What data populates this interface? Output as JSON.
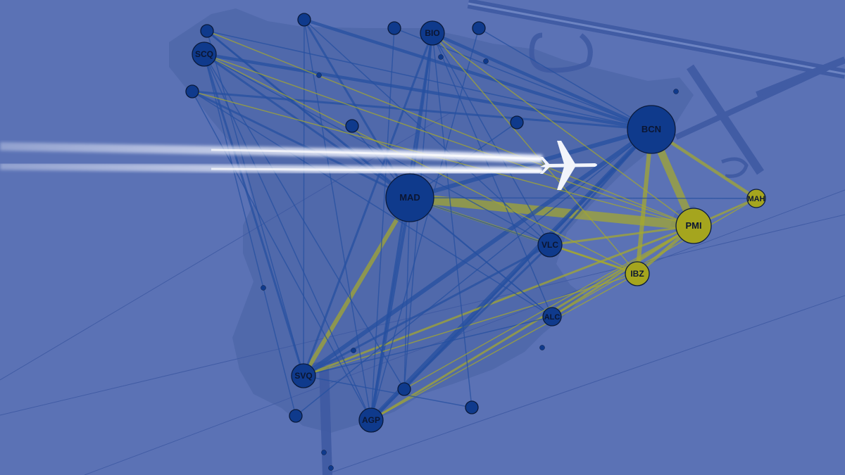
{
  "colors": {
    "background": "#5b72b5",
    "land": "#4f67a9",
    "node_blue": "#0f3a8c",
    "node_olive": "#a5a51e",
    "edge_blue": "#2550a0",
    "edge_olive": "#a6aa2a",
    "contrail": "#f4f6ff",
    "pylon": "#3f5aa3"
  },
  "network": {
    "nodes": [
      {
        "id": "MAD",
        "label": "MAD",
        "type": "blue",
        "size": "xl"
      },
      {
        "id": "BCN",
        "label": "BCN",
        "type": "blue",
        "size": "xl"
      },
      {
        "id": "PMI",
        "label": "PMI",
        "type": "olive",
        "size": "l"
      },
      {
        "id": "IBZ",
        "label": "IBZ",
        "type": "olive",
        "size": "m"
      },
      {
        "id": "MAH",
        "label": "MAH",
        "type": "olive",
        "size": "s"
      },
      {
        "id": "VLC",
        "label": "VLC",
        "type": "blue",
        "size": "m"
      },
      {
        "id": "ALC",
        "label": "ALC",
        "type": "blue",
        "size": "s"
      },
      {
        "id": "SVQ",
        "label": "SVQ",
        "type": "blue",
        "size": "m"
      },
      {
        "id": "AGP",
        "label": "AGP",
        "type": "blue",
        "size": "m"
      },
      {
        "id": "BIO",
        "label": "BIO",
        "type": "blue",
        "size": "m"
      },
      {
        "id": "SCQ",
        "label": "SCQ",
        "type": "blue",
        "size": "m"
      },
      {
        "id": "n_ovd",
        "label": "",
        "type": "blue",
        "size": "xs"
      },
      {
        "id": "n_top1",
        "label": "",
        "type": "blue",
        "size": "xs"
      },
      {
        "id": "n_san",
        "label": "",
        "type": "blue",
        "size": "xs"
      },
      {
        "id": "n_vit",
        "label": "",
        "type": "blue",
        "size": "xs"
      },
      {
        "id": "n_vgo",
        "label": "",
        "type": "blue",
        "size": "xs"
      },
      {
        "id": "n_grx",
        "label": "",
        "type": "blue",
        "size": "xs"
      },
      {
        "id": "n_jer",
        "label": "",
        "type": "blue",
        "size": "xs"
      },
      {
        "id": "n_lei",
        "label": "",
        "type": "blue",
        "size": "xs"
      },
      {
        "id": "n_mid",
        "label": "",
        "type": "blue",
        "size": "xs"
      },
      {
        "id": "n_reu",
        "label": "",
        "type": "blue",
        "size": "xs"
      },
      {
        "id": "d1",
        "label": "",
        "type": "blue",
        "size": "dot"
      },
      {
        "id": "d2",
        "label": "",
        "type": "blue",
        "size": "dot"
      },
      {
        "id": "d3",
        "label": "",
        "type": "blue",
        "size": "dot"
      },
      {
        "id": "d4",
        "label": "",
        "type": "blue",
        "size": "dot"
      },
      {
        "id": "d5",
        "label": "",
        "type": "blue",
        "size": "dot"
      },
      {
        "id": "d6",
        "label": "",
        "type": "blue",
        "size": "dot"
      },
      {
        "id": "d7",
        "label": "",
        "type": "blue",
        "size": "dot"
      },
      {
        "id": "d8",
        "label": "",
        "type": "blue",
        "size": "dot"
      },
      {
        "id": "d9",
        "label": "",
        "type": "blue",
        "size": "dot"
      }
    ],
    "edges": [
      {
        "from": "MAD",
        "to": "PMI",
        "kind": "olive",
        "weight": 6
      },
      {
        "from": "BCN",
        "to": "PMI",
        "kind": "olive",
        "weight": 5
      },
      {
        "from": "BCN",
        "to": "IBZ",
        "kind": "olive",
        "weight": 4
      },
      {
        "from": "MAD",
        "to": "SVQ",
        "kind": "olive",
        "weight": 4
      },
      {
        "from": "MAD",
        "to": "BCN",
        "kind": "blue",
        "weight": 4
      },
      {
        "from": "BCN",
        "to": "SVQ",
        "kind": "blue",
        "weight": 4
      },
      {
        "from": "BCN",
        "to": "AGP",
        "kind": "blue",
        "weight": 4
      },
      {
        "from": "MAD",
        "to": "AGP",
        "kind": "blue",
        "weight": 3
      },
      {
        "from": "BCN",
        "to": "SCQ",
        "kind": "blue",
        "weight": 3
      },
      {
        "from": "BCN",
        "to": "BIO",
        "kind": "blue",
        "weight": 3
      },
      {
        "from": "BCN",
        "to": "n_top1",
        "kind": "blue",
        "weight": 3
      },
      {
        "from": "BCN",
        "to": "VLC",
        "kind": "blue",
        "weight": 2
      },
      {
        "from": "BCN",
        "to": "MAH",
        "kind": "olive",
        "weight": 3
      },
      {
        "from": "PMI",
        "to": "IBZ",
        "kind": "olive",
        "weight": 3
      },
      {
        "from": "PMI",
        "to": "MAH",
        "kind": "olive",
        "weight": 2
      },
      {
        "from": "PMI",
        "to": "VLC",
        "kind": "olive",
        "weight": 2
      },
      {
        "from": "PMI",
        "to": "SVQ",
        "kind": "olive",
        "weight": 2
      },
      {
        "from": "PMI",
        "to": "AGP",
        "kind": "olive",
        "weight": 2
      },
      {
        "from": "PMI",
        "to": "ALC",
        "kind": "olive",
        "weight": 2
      },
      {
        "from": "IBZ",
        "to": "MAD",
        "kind": "olive",
        "weight": 2
      },
      {
        "from": "IBZ",
        "to": "SVQ",
        "kind": "olive",
        "weight": 1
      },
      {
        "from": "IBZ",
        "to": "AGP",
        "kind": "olive",
        "weight": 1
      },
      {
        "from": "MAD",
        "to": "SCQ",
        "kind": "blue",
        "weight": 2
      },
      {
        "from": "MAD",
        "to": "BIO",
        "kind": "blue",
        "weight": 2
      },
      {
        "from": "MAD",
        "to": "n_ovd",
        "kind": "blue",
        "weight": 2
      },
      {
        "from": "MAD",
        "to": "n_top1",
        "kind": "blue",
        "weight": 2
      },
      {
        "from": "MAD",
        "to": "n_vgo",
        "kind": "blue",
        "weight": 2
      },
      {
        "from": "MAD",
        "to": "VLC",
        "kind": "blue",
        "weight": 1
      },
      {
        "from": "MAD",
        "to": "ALC",
        "kind": "blue",
        "weight": 1
      },
      {
        "from": "MAD",
        "to": "n_grx",
        "kind": "blue",
        "weight": 1
      },
      {
        "from": "MAD",
        "to": "MAH",
        "kind": "blue",
        "weight": 1
      },
      {
        "from": "SVQ",
        "to": "SCQ",
        "kind": "blue",
        "weight": 2
      },
      {
        "from": "SVQ",
        "to": "BIO",
        "kind": "blue",
        "weight": 2
      },
      {
        "from": "SVQ",
        "to": "VLC",
        "kind": "blue",
        "weight": 2
      },
      {
        "from": "SVQ",
        "to": "ALC",
        "kind": "blue",
        "weight": 1
      },
      {
        "from": "SVQ",
        "to": "n_ovd",
        "kind": "blue",
        "weight": 1
      },
      {
        "from": "SVQ",
        "to": "n_top1",
        "kind": "blue",
        "weight": 1
      },
      {
        "from": "AGP",
        "to": "BIO",
        "kind": "blue",
        "weight": 2
      },
      {
        "from": "AGP",
        "to": "SCQ",
        "kind": "blue",
        "weight": 1
      },
      {
        "from": "AGP",
        "to": "n_vgo",
        "kind": "blue",
        "weight": 1
      },
      {
        "from": "AGP",
        "to": "VLC",
        "kind": "blue",
        "weight": 2
      },
      {
        "from": "AGP",
        "to": "n_vit",
        "kind": "blue",
        "weight": 1
      },
      {
        "from": "AGP",
        "to": "n_san",
        "kind": "blue",
        "weight": 1
      },
      {
        "from": "VLC",
        "to": "SCQ",
        "kind": "blue",
        "weight": 1
      },
      {
        "from": "VLC",
        "to": "BIO",
        "kind": "blue",
        "weight": 1
      },
      {
        "from": "VLC",
        "to": "n_top1",
        "kind": "blue",
        "weight": 1
      },
      {
        "from": "VLC",
        "to": "IBZ",
        "kind": "olive",
        "weight": 1
      },
      {
        "from": "ALC",
        "to": "BIO",
        "kind": "blue",
        "weight": 1
      },
      {
        "from": "ALC",
        "to": "n_ovd",
        "kind": "blue",
        "weight": 1
      },
      {
        "from": "ALC",
        "to": "n_vgo",
        "kind": "blue",
        "weight": 1
      },
      {
        "from": "ALC",
        "to": "MAH",
        "kind": "olive",
        "weight": 1
      },
      {
        "from": "SCQ",
        "to": "n_grx",
        "kind": "blue",
        "weight": 1
      },
      {
        "from": "SCQ",
        "to": "n_jer",
        "kind": "blue",
        "weight": 1
      },
      {
        "from": "BIO",
        "to": "n_grx",
        "kind": "blue",
        "weight": 1
      },
      {
        "from": "BIO",
        "to": "n_lei",
        "kind": "blue",
        "weight": 1
      },
      {
        "from": "n_top1",
        "to": "AGP",
        "kind": "blue",
        "weight": 1
      },
      {
        "from": "n_ovd",
        "to": "BCN",
        "kind": "blue",
        "weight": 1
      },
      {
        "from": "n_vgo",
        "to": "BCN",
        "kind": "blue",
        "weight": 2
      },
      {
        "from": "n_vit",
        "to": "BCN",
        "kind": "blue",
        "weight": 1
      },
      {
        "from": "n_san",
        "to": "BCN",
        "kind": "blue",
        "weight": 1
      },
      {
        "from": "n_grx",
        "to": "BCN",
        "kind": "blue",
        "weight": 2
      },
      {
        "from": "n_mid",
        "to": "MAD",
        "kind": "blue",
        "weight": 1
      },
      {
        "from": "n_reu",
        "to": "MAD",
        "kind": "blue",
        "weight": 1
      },
      {
        "from": "n_jer",
        "to": "BCN",
        "kind": "blue",
        "weight": 1
      },
      {
        "from": "n_lei",
        "to": "SVQ",
        "kind": "blue",
        "weight": 1
      },
      {
        "from": "SCQ",
        "to": "IBZ",
        "kind": "olive",
        "weight": 1
      },
      {
        "from": "SCQ",
        "to": "PMI",
        "kind": "olive",
        "weight": 1
      },
      {
        "from": "BIO",
        "to": "PMI",
        "kind": "olive",
        "weight": 1
      },
      {
        "from": "BIO",
        "to": "IBZ",
        "kind": "olive",
        "weight": 1
      },
      {
        "from": "n_ovd",
        "to": "PMI",
        "kind": "olive",
        "weight": 1
      },
      {
        "from": "n_vgo",
        "to": "PMI",
        "kind": "olive",
        "weight": 1
      },
      {
        "from": "n_grx",
        "to": "PMI",
        "kind": "olive",
        "weight": 1
      }
    ]
  },
  "decor": {
    "plane": {
      "icon": "airplane-icon"
    },
    "pylon": {
      "icon": "power-line-pylon-icon"
    }
  }
}
